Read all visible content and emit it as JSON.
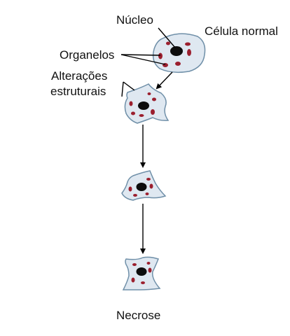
{
  "labels": {
    "nucleus": "Núcleo",
    "normal_cell": "Célula normal",
    "organelles": "Organelos",
    "structural_changes_line1": "Alterações",
    "structural_changes_line2": "estruturais",
    "necrosis": "Necrose"
  },
  "colors": {
    "cell_fill": "#dfe8f1",
    "cell_stroke": "#6f8fa8",
    "nucleus": "#0d0d0d",
    "organelle": "#9b1f2e",
    "line": "#000000"
  },
  "stages": [
    {
      "name": "normal-cell"
    },
    {
      "name": "altered-cell"
    },
    {
      "name": "shrinking-cell"
    },
    {
      "name": "necrotic-cell"
    }
  ]
}
